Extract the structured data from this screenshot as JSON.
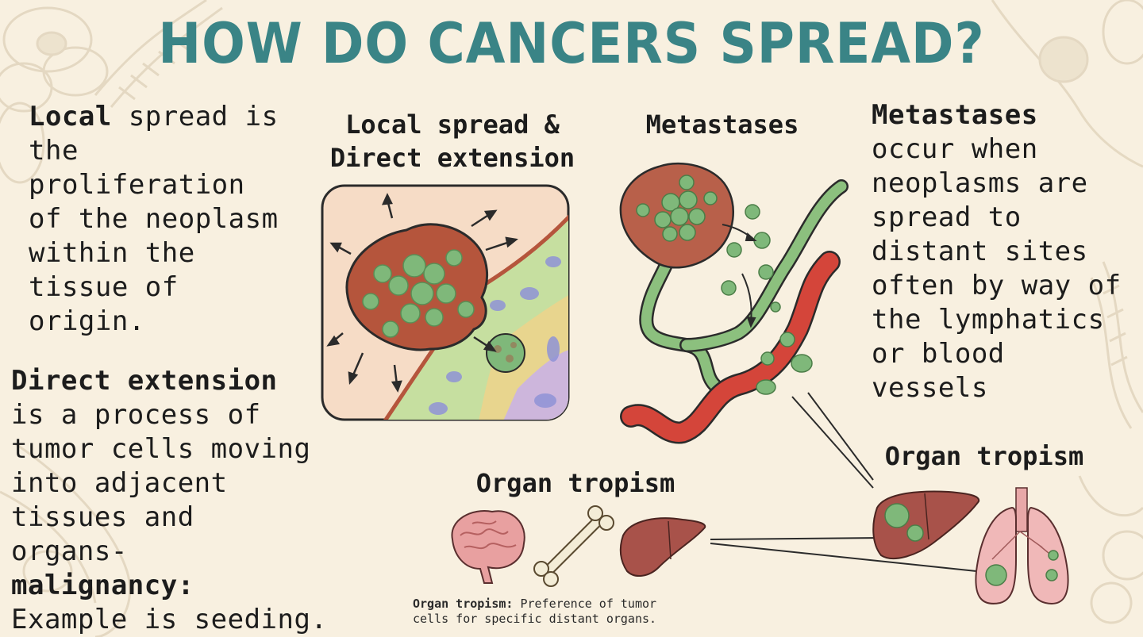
{
  "title": "HOW DO CANCERS SPREAD?",
  "colors": {
    "background": "#f8f0e0",
    "title": "#3a8486",
    "text": "#1c1c1c",
    "tumor_green": "#7fb87a",
    "tumor_brown": "#b5553c",
    "blood_vessel": "#d4453a",
    "lymph_vessel": "#8cc07e",
    "liver": "#a8524a",
    "lung": "#f0b8b8",
    "brain": "#e8a0a0",
    "bone": "#f3ecd6"
  },
  "left_column": {
    "local_spread": {
      "term": "Local",
      "text": " spread is\nthe\nproliferation\nof the neoplasm\nwithin the\ntissue of\norigin."
    },
    "direct_extension": {
      "term": "Direct extension",
      "text": "is a process of\ntumor cells moving\ninto adjacent\ntissues and\norgans-",
      "term2": "malignancy:",
      "text2": "Example is seeding."
    }
  },
  "panels": {
    "local_spread_panel": {
      "heading": "Local spread &\nDirect extension",
      "icon": "tumor-tissue-icon"
    },
    "metastases_panel": {
      "heading": "Metastases",
      "icon": "metastasis-vessels-icon"
    },
    "organ_tropism_center": {
      "heading": "Organ tropism",
      "organs": [
        "brain",
        "bone",
        "liver"
      ],
      "caption_term": "Organ tropism:",
      "caption_text": " Preference of tumor\ncells for specific distant organs."
    },
    "organ_tropism_right": {
      "heading": "Organ tropism",
      "organs": [
        "liver-with-metastases",
        "lungs-with-metastases"
      ]
    }
  },
  "right_column": {
    "metastases": {
      "term": "Metastases",
      "text": "occur when\nneoplasms are\nspread to\ndistant sites\noften by way of\nthe lymphatics\nor blood\nvessels"
    }
  }
}
